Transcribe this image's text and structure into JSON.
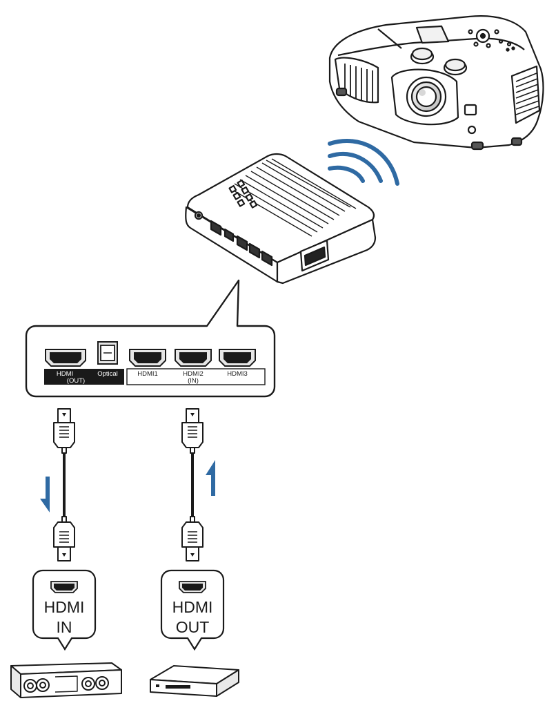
{
  "colors": {
    "outline": "#1a1a1a",
    "signal": "#2f6aa3",
    "port_fill": "#e6e6e6",
    "label_bg": "#1a1a1a"
  },
  "panel": {
    "hdmi_out": "HDMI",
    "hdmi_out_sub": "(OUT)",
    "optical": "Optical",
    "hdmi1": "HDMI1",
    "hdmi2": "HDMI2",
    "hdmi2_sub": "(IN)",
    "hdmi3": "HDMI3"
  },
  "callout_left": {
    "line1": "HDMI",
    "line2": "IN"
  },
  "callout_right": {
    "line1": "HDMI",
    "line2": "OUT"
  },
  "icons": [
    "projector-icon",
    "wireless-signal-icon",
    "transmitter-box-icon",
    "hdmi-cable-icon",
    "soundbar-icon",
    "media-player-icon",
    "arrow-down-icon",
    "arrow-up-icon"
  ]
}
